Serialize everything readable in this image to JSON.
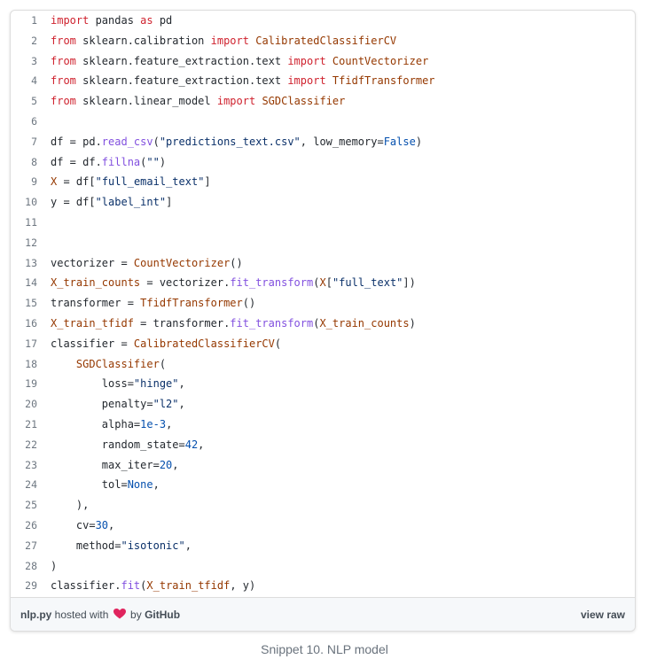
{
  "code_lines": [
    [
      [
        "k",
        "import"
      ],
      [
        "t",
        " pandas "
      ],
      [
        "k",
        "as"
      ],
      [
        "t",
        " pd"
      ]
    ],
    [
      [
        "k",
        "from"
      ],
      [
        "t",
        " sklearn.calibration "
      ],
      [
        "k",
        "import"
      ],
      [
        "t",
        " "
      ],
      [
        "o",
        "CalibratedClassifierCV"
      ]
    ],
    [
      [
        "k",
        "from"
      ],
      [
        "t",
        " sklearn.feature_extraction.text "
      ],
      [
        "k",
        "import"
      ],
      [
        "t",
        " "
      ],
      [
        "o",
        "CountVectorizer"
      ]
    ],
    [
      [
        "k",
        "from"
      ],
      [
        "t",
        " sklearn.feature_extraction.text "
      ],
      [
        "k",
        "import"
      ],
      [
        "t",
        " "
      ],
      [
        "o",
        "TfidfTransformer"
      ]
    ],
    [
      [
        "k",
        "from"
      ],
      [
        "t",
        " sklearn.linear_model "
      ],
      [
        "k",
        "import"
      ],
      [
        "t",
        " "
      ],
      [
        "o",
        "SGDClassifier"
      ]
    ],
    [],
    [
      [
        "t",
        "df = pd."
      ],
      [
        "f",
        "read_csv"
      ],
      [
        "t",
        "("
      ],
      [
        "s",
        "\"predictions_text.csv\""
      ],
      [
        "t",
        ", low_memory="
      ],
      [
        "c",
        "False"
      ],
      [
        "t",
        ")"
      ]
    ],
    [
      [
        "t",
        "df = df."
      ],
      [
        "f",
        "fillna"
      ],
      [
        "t",
        "("
      ],
      [
        "s",
        "\"\""
      ],
      [
        "t",
        ")"
      ]
    ],
    [
      [
        "o",
        "X"
      ],
      [
        "t",
        " = df["
      ],
      [
        "s",
        "\"full_email_text\""
      ],
      [
        "t",
        "]"
      ]
    ],
    [
      [
        "t",
        "y = df["
      ],
      [
        "s",
        "\"label_int\""
      ],
      [
        "t",
        "]"
      ]
    ],
    [],
    [],
    [
      [
        "t",
        "vectorizer = "
      ],
      [
        "o",
        "CountVectorizer"
      ],
      [
        "t",
        "()"
      ]
    ],
    [
      [
        "o",
        "X_train_counts"
      ],
      [
        "t",
        " = vectorizer."
      ],
      [
        "f",
        "fit_transform"
      ],
      [
        "t",
        "("
      ],
      [
        "o",
        "X"
      ],
      [
        "t",
        "["
      ],
      [
        "s",
        "\"full_text\""
      ],
      [
        "t",
        "])"
      ]
    ],
    [
      [
        "t",
        "transformer = "
      ],
      [
        "o",
        "TfidfTransformer"
      ],
      [
        "t",
        "()"
      ]
    ],
    [
      [
        "o",
        "X_train_tfidf"
      ],
      [
        "t",
        " = transformer."
      ],
      [
        "f",
        "fit_transform"
      ],
      [
        "t",
        "("
      ],
      [
        "o",
        "X_train_counts"
      ],
      [
        "t",
        ")"
      ]
    ],
    [
      [
        "t",
        "classifier = "
      ],
      [
        "o",
        "CalibratedClassifierCV"
      ],
      [
        "t",
        "("
      ]
    ],
    [
      [
        "t",
        "    "
      ],
      [
        "o",
        "SGDClassifier"
      ],
      [
        "t",
        "("
      ]
    ],
    [
      [
        "t",
        "        loss="
      ],
      [
        "s",
        "\"hinge\""
      ],
      [
        "t",
        ","
      ]
    ],
    [
      [
        "t",
        "        penalty="
      ],
      [
        "s",
        "\"l2\""
      ],
      [
        "t",
        ","
      ]
    ],
    [
      [
        "t",
        "        alpha="
      ],
      [
        "c",
        "1e-3"
      ],
      [
        "t",
        ","
      ]
    ],
    [
      [
        "t",
        "        random_state="
      ],
      [
        "c",
        "42"
      ],
      [
        "t",
        ","
      ]
    ],
    [
      [
        "t",
        "        max_iter="
      ],
      [
        "c",
        "20"
      ],
      [
        "t",
        ","
      ]
    ],
    [
      [
        "t",
        "        tol="
      ],
      [
        "c",
        "None"
      ],
      [
        "t",
        ","
      ]
    ],
    [
      [
        "t",
        "    ),"
      ]
    ],
    [
      [
        "t",
        "    cv="
      ],
      [
        "c",
        "30"
      ],
      [
        "t",
        ","
      ]
    ],
    [
      [
        "t",
        "    method="
      ],
      [
        "s",
        "\"isotonic\""
      ],
      [
        "t",
        ","
      ]
    ],
    [
      [
        "t",
        ")"
      ]
    ],
    [
      [
        "t",
        "classifier."
      ],
      [
        "f",
        "fit"
      ],
      [
        "t",
        "("
      ],
      [
        "o",
        "X_train_tfidf"
      ],
      [
        "t",
        ", y)"
      ]
    ]
  ],
  "footer": {
    "filename": "nlp.py",
    "hosted_with": " hosted with ",
    "by": " by ",
    "host": "GitHub",
    "view_raw": "view raw",
    "heart_color": "#e0245e"
  },
  "caption": "Snippet 10. NLP model"
}
